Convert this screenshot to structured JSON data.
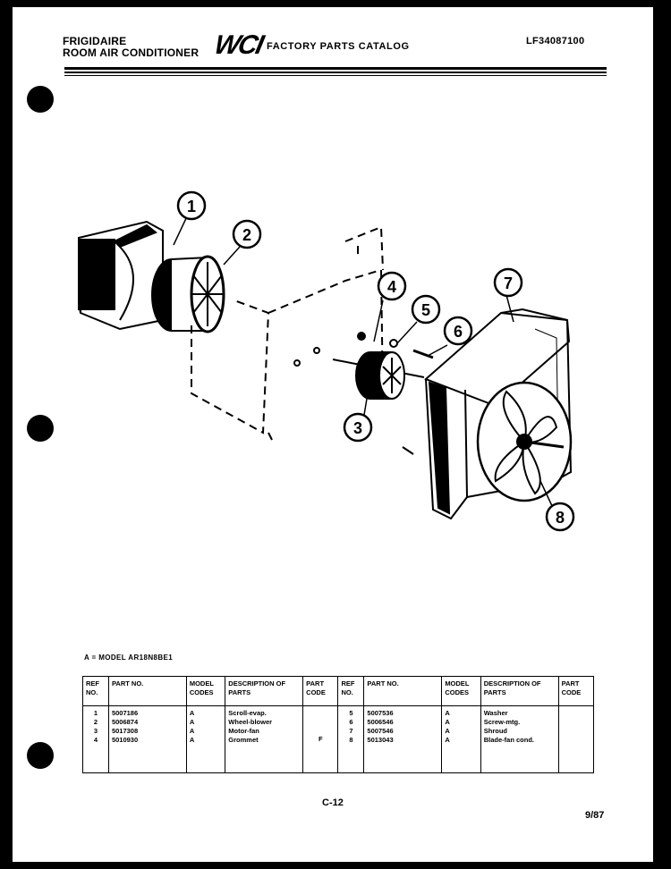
{
  "header": {
    "brand_line1": "FRIGIDAIRE",
    "brand_line2": "ROOM AIR CONDITIONER",
    "logo": "WCI",
    "catalog_title": "FACTORY PARTS CATALOG",
    "document_number": "LF34087100"
  },
  "diagram": {
    "callouts": [
      "1",
      "2",
      "3",
      "4",
      "5",
      "6",
      "7",
      "8"
    ]
  },
  "legend": "A = MODEL AR18N8BE1",
  "parts_table": {
    "headers": {
      "ref_no": "REF NO.",
      "part_no": "PART NO.",
      "model_codes": "MODEL CODES",
      "description": "DESCRIPTION OF PARTS",
      "part_code": "PART CODE"
    },
    "left": {
      "refs": [
        "1",
        "2",
        "3",
        "4"
      ],
      "parts": [
        "5007186",
        "5006874",
        "5017308",
        "5010930"
      ],
      "codes": [
        "A",
        "A",
        "A",
        "A"
      ],
      "descriptions": [
        "Scroll-evap.",
        "Wheel-blower",
        "Motor-fan",
        "Grommet"
      ],
      "part_code": "F"
    },
    "right": {
      "refs": [
        "5",
        "6",
        "7",
        "8"
      ],
      "parts": [
        "5007536",
        "5006546",
        "5007546",
        "5013043"
      ],
      "codes": [
        "A",
        "A",
        "A",
        "A"
      ],
      "descriptions": [
        "Washer",
        "Screw-mtg.",
        "Shroud",
        "Blade-fan cond."
      ],
      "part_code": ""
    }
  },
  "footer": {
    "page_number": "C-12",
    "date": "9/87"
  }
}
